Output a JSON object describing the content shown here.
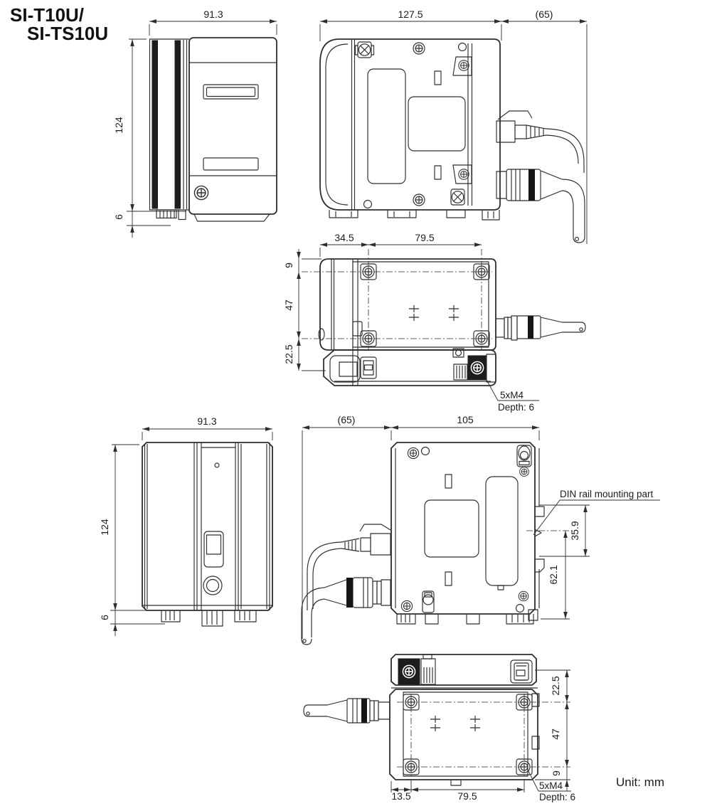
{
  "title": {
    "line1": "SI-T10U/",
    "line2": "SI-TS10U"
  },
  "unit_note": "Unit: mm",
  "annotations": {
    "din_rail_label": "DIN rail mounting part",
    "tap_note_line1": "5xM4",
    "tap_note_line2": "Depth: 6"
  },
  "dims": {
    "front_width": "91.3",
    "front_height": "124",
    "front_foot": "6",
    "side_width": "127.5",
    "side_cable_bend": "(65)",
    "top_hole_offset_x": "34.5",
    "top_hole_pitch_x": "79.5",
    "top_edge_offset": "9",
    "top_hole_pitch_y": "47",
    "top_terminal_depth": "22.5",
    "rear_width": "91.3",
    "rear_height": "124",
    "rear_foot": "6",
    "side2_cable_bend": "(65)",
    "side2_width": "105",
    "din_rail_width": "35.9",
    "din_rail_offset": "62.1",
    "bottom_terminal_depth": "22.5",
    "bottom_hole_pitch_y": "47",
    "bottom_edge_offset": "9",
    "bottom_hole_offset_x": "13.5",
    "bottom_hole_pitch_x": "79.5"
  }
}
